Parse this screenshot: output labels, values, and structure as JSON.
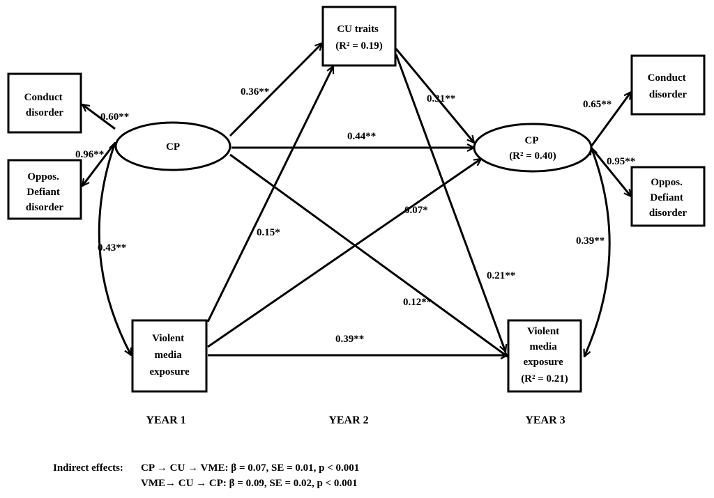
{
  "nodes": {
    "cd1": {
      "lines": [
        "Conduct",
        "disorder"
      ]
    },
    "odd1": {
      "lines": [
        "Oppos.",
        "Defiant",
        "disorder"
      ]
    },
    "cp1": {
      "lines": [
        "CP"
      ]
    },
    "cu": {
      "lines": [
        "CU traits",
        "(R² = 0.19)"
      ]
    },
    "cp3": {
      "lines": [
        "CP",
        "(R² = 0.40)"
      ]
    },
    "cd3": {
      "lines": [
        "Conduct",
        "disorder"
      ]
    },
    "odd3": {
      "lines": [
        "Oppos.",
        "Defiant",
        "disorder"
      ]
    },
    "vme1": {
      "lines": [
        "Violent",
        "media",
        "exposure"
      ]
    },
    "vme3": {
      "lines": [
        "Violent",
        "media",
        "exposure",
        "(R² = 0.21)"
      ]
    }
  },
  "edges": {
    "cp1_cd1": "0.60**",
    "cp1_odd1": "0.96**",
    "cp1_vme1": "0.43**",
    "cp1_cu": "0.36**",
    "cp1_cp3": "0.44**",
    "cp1_vme3": "0.12**",
    "vme1_cu": "0.15*",
    "vme1_cp3": "0.07*",
    "vme1_vme3": "0.39**",
    "cu_cp3": "0.31**",
    "cu_vme3": "0.21**",
    "cp3_cd3": "0.65**",
    "cp3_odd3": "0.95**",
    "cp3_vme3": "0.39**"
  },
  "years": [
    "YEAR 1",
    "YEAR 2",
    "YEAR 3"
  ],
  "footnote": {
    "label": "Indirect  effects:",
    "line1": "CP → CU → VME: β = 0.07, SE = 0.01, p < 0.001",
    "line2": "VME→ CU → CP:  β = 0.09, SE = 0.02, p < 0.001"
  }
}
